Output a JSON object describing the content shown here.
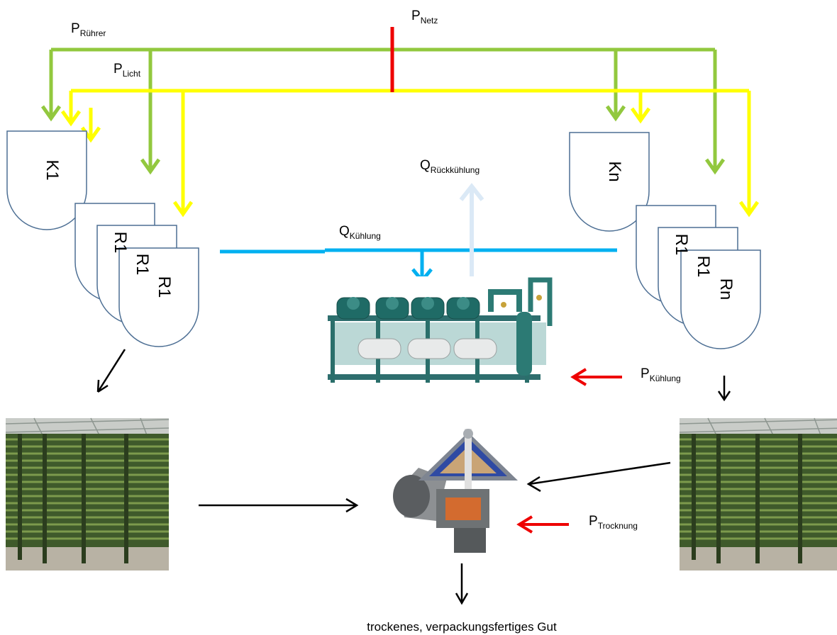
{
  "labels": {
    "p_netz": {
      "base": "P",
      "sub": "Netz"
    },
    "p_ruehrer": {
      "base": "P",
      "sub": "Rührer"
    },
    "p_licht": {
      "base": "P",
      "sub": "Licht"
    },
    "q_rueckkuehlung": {
      "base": "Q",
      "sub": "Rückkühlung"
    },
    "q_kuehlung": {
      "base": "Q",
      "sub": "Kühlung"
    },
    "p_kuehlung": {
      "base": "P",
      "sub": "Kühlung"
    },
    "p_trocknung": {
      "base": "P",
      "sub": "Trocknung"
    }
  },
  "vessels": {
    "left": [
      "K1",
      "R1",
      "R1",
      "R1"
    ],
    "right": [
      "Kn",
      "R1",
      "R1",
      "Rn"
    ]
  },
  "caption": "trockenes, verpackungsfertiges Gut",
  "icons": {
    "photobioreactor_left": "photobioreactor-tubes-icon",
    "photobioreactor_right": "photobioreactor-tubes-icon",
    "cooling_unit": "refrigeration-compressor-rack-icon",
    "separator": "centrifugal-separator-icon"
  },
  "colors": {
    "stirrer_power": "#92c83e",
    "light_power": "#ffff00",
    "grid_power": "#ee0000",
    "cooling": "#00b0f0",
    "recooling": "#dbe9f6",
    "vessel_outline": "#4d6f94",
    "flow": "#000000"
  }
}
